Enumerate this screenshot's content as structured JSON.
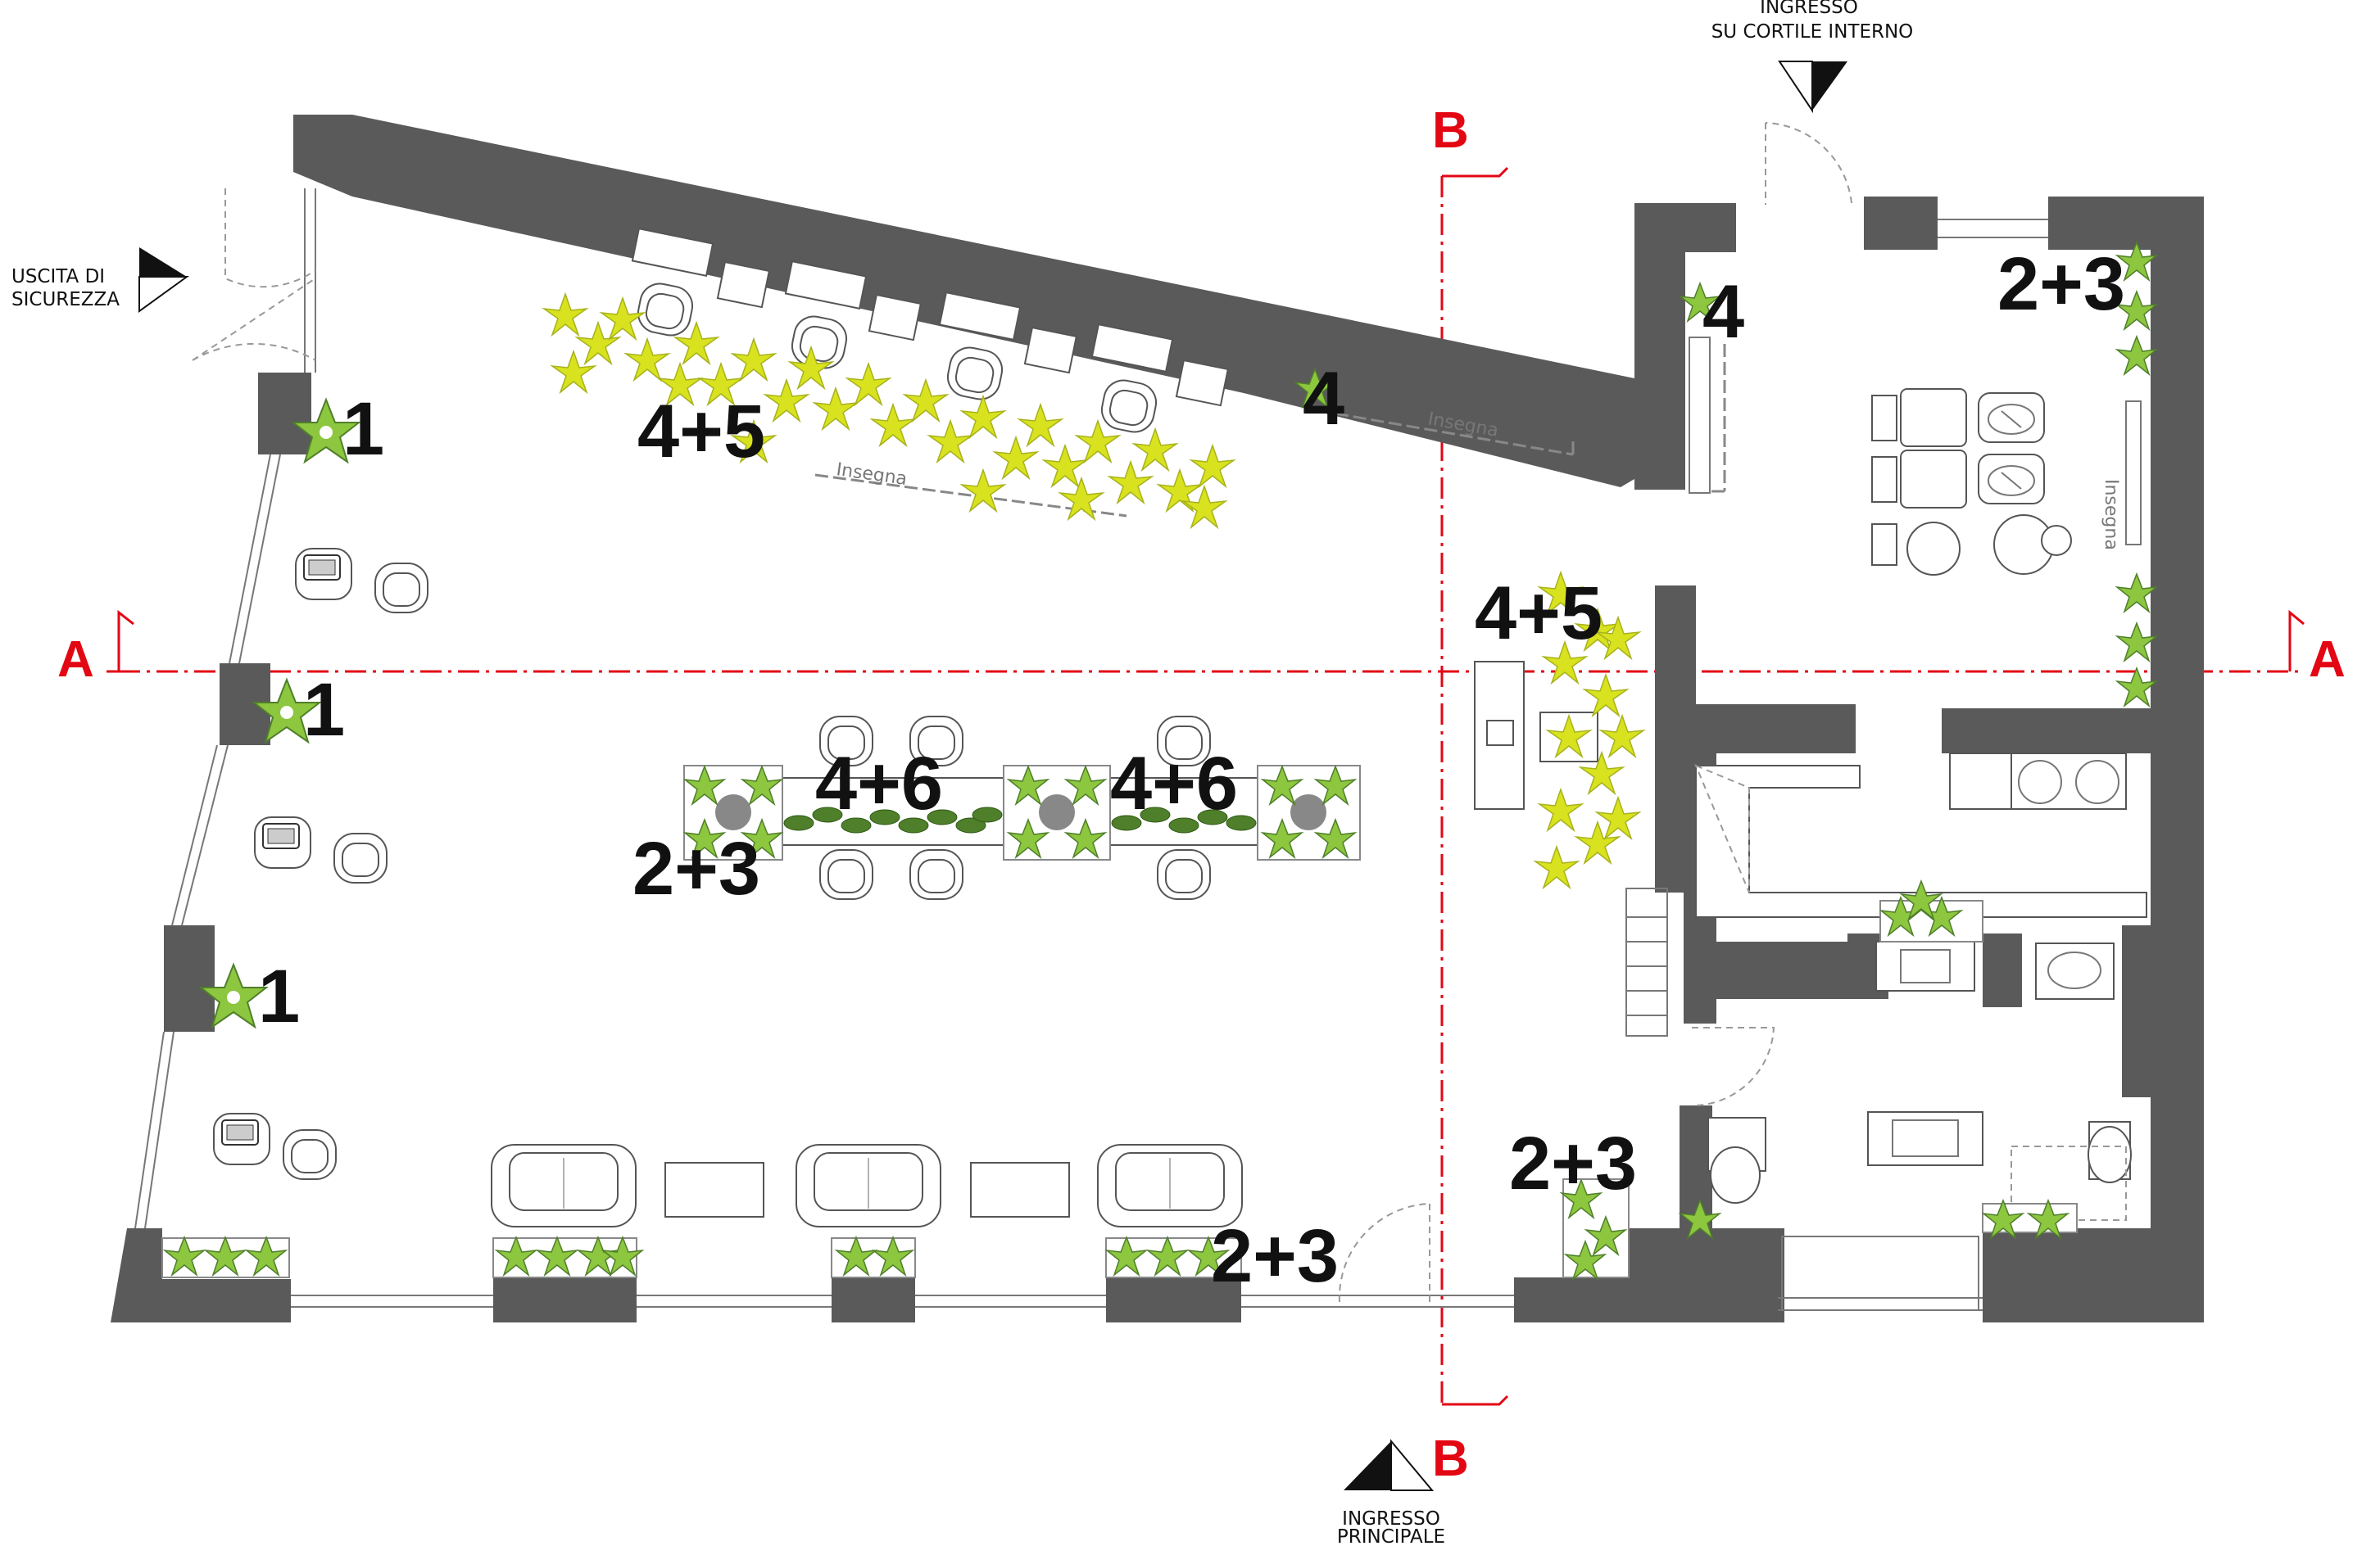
{
  "entrances": {
    "emergency_exit": [
      "USCITA DI",
      "SICUREZZA"
    ],
    "courtyard_entrance": [
      "INGRESSO",
      "SU CORTILE INTERNO"
    ],
    "main_entrance": [
      "INGRESSO",
      "PRINCIPALE"
    ]
  },
  "sections": {
    "a": "A",
    "b": "B"
  },
  "signs": [
    "Insegna",
    "Insegna",
    "Insegna"
  ],
  "plant_labels": {
    "window_1": "1",
    "window_2": "1",
    "window_3": "1",
    "north_long": "4+5",
    "north_small": "4",
    "corridor_small": "4",
    "top_right": "2+3",
    "partition": "4+5",
    "center_left": "2+3",
    "center_mid": "4+6",
    "center_right": "4+6",
    "front": "2+3",
    "bath": "2+3"
  },
  "colors": {
    "wall": "#5a5a5a",
    "section_marker": "#e30613",
    "plant_yellow": "#d8e21f",
    "plant_green": "#8dc63f",
    "plant_dark": "#4f7f2a"
  }
}
